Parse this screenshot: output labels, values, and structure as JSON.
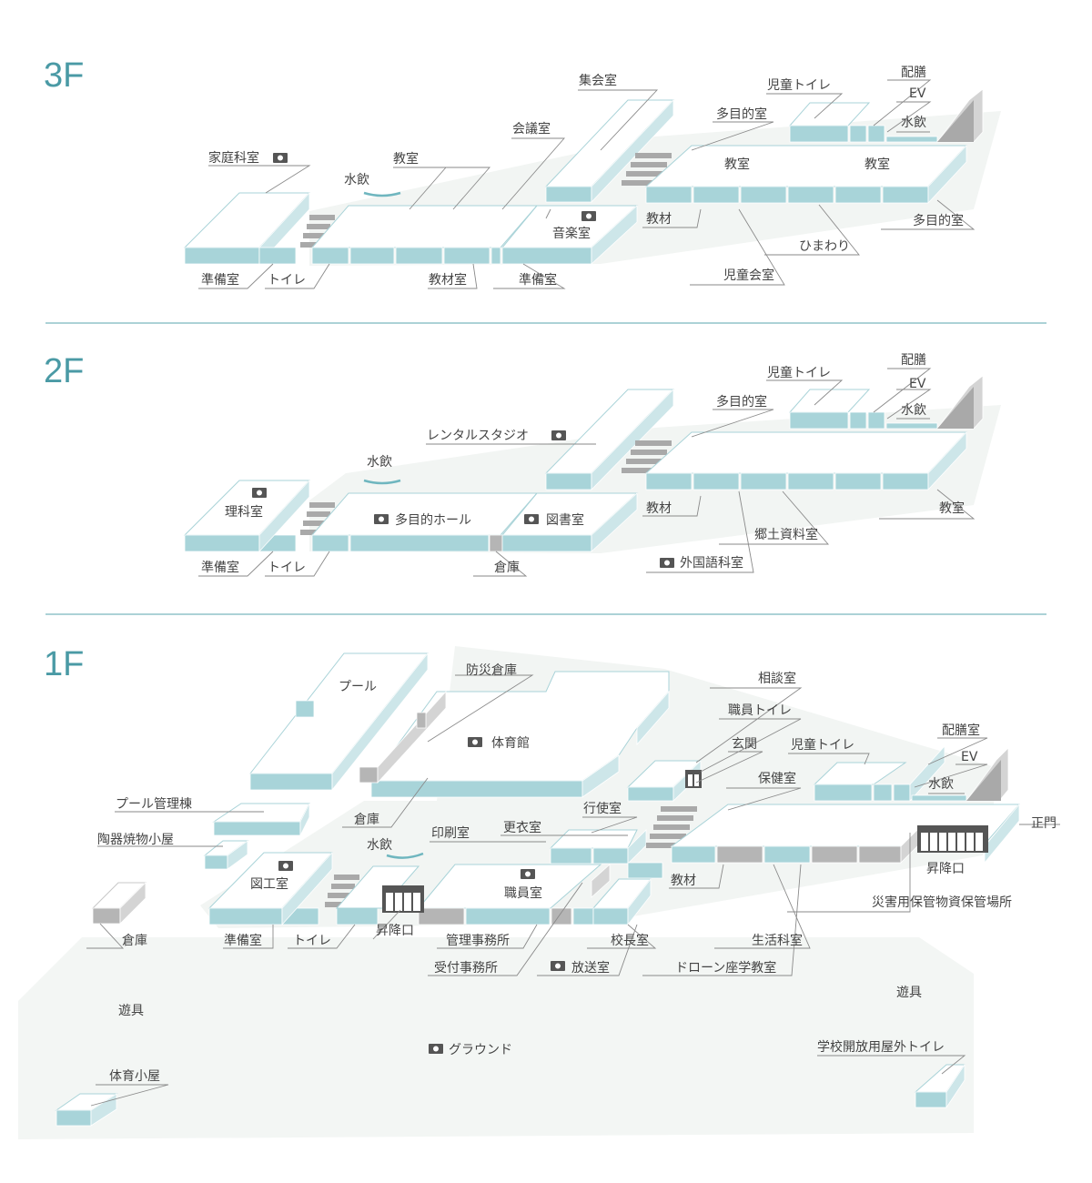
{
  "floors": [
    {
      "id": "3f",
      "heading": "3F"
    },
    {
      "id": "2f",
      "heading": "2F"
    },
    {
      "id": "1f",
      "heading": "1F"
    }
  ],
  "labels": {
    "f3": {
      "shuukaishitsu": "集会室",
      "jidou_toire": "児童トイレ",
      "haizen": "配膳",
      "ev": "EV",
      "suiin_right": "水飲",
      "tamokuteki_top": "多目的室",
      "kaigishitsu": "会議室",
      "katei": "家庭科室",
      "suiin_left": "水飲",
      "kyoushitsu_left": "教室",
      "kyoushitsu_mid": "教室",
      "kyoushitsu_right": "教室",
      "ongakushitsu": "音楽室",
      "kyouzai": "教材",
      "tamokuteki_bottom": "多目的室",
      "himawari": "ひまわり",
      "jidou_kaishitsu": "児童会室",
      "junbi_left": "準備室",
      "toire": "トイレ",
      "kyouzaishitsu": "教材室",
      "junbi_mid": "準備室"
    },
    "f2": {
      "jidou_toire": "児童トイレ",
      "haizen": "配膳",
      "ev": "EV",
      "suiin_right": "水飲",
      "tamokuteki": "多目的室",
      "rental": "レンタルスタジオ",
      "suiin_left": "水飲",
      "rika": "理科室",
      "hall": "多目的ホール",
      "tosho": "図書室",
      "kyouzai": "教材",
      "kyoushitsu": "教室",
      "kyoudo": "郷土資料室",
      "gaikokugo": "外国語科室",
      "junbi": "準備室",
      "toire": "トイレ",
      "souko": "倉庫"
    },
    "f1": {
      "pool": "プール",
      "bousai": "防災倉庫",
      "soudan": "相談室",
      "shokuin_toire": "職員トイレ",
      "genkan": "玄関",
      "taiikukan": "体育館",
      "haizenshitsu": "配膳室",
      "jidou_toire": "児童トイレ",
      "ev": "EV",
      "hoken": "保健室",
      "suiin_right": "水飲",
      "pool_kanri": "プール管理棟",
      "souko_mid": "倉庫",
      "kouishitsu": "行使室",
      "seimon": "正門",
      "touki": "陶器焼物小屋",
      "insatsu": "印刷室",
      "kouishitsu2": "更衣室",
      "suiin_left": "水飲",
      "zukou": "図工室",
      "shokuin": "職員室",
      "kyouzai": "教材",
      "shoukou_right": "昇降口",
      "saigai": "災害用保管物資保管場所",
      "souko_left": "倉庫",
      "junbi": "準備室",
      "toire": "トイレ",
      "shoukou_left": "昇降口",
      "kanri": "管理事務所",
      "kouchou": "校長室",
      "seikatsu": "生活科室",
      "uketsuke": "受付事務所",
      "housou": "放送室",
      "drone": "ドローン座学教室",
      "yugu_left": "遊具",
      "yugu_right": "遊具",
      "ground": "グラウンド",
      "outdoor_toilet": "学校開放用屋外トイレ",
      "taiiku_koya": "体育小屋"
    }
  },
  "colors": {
    "heading": "#4a9aa5",
    "room_wall": "#a8d4d9",
    "gray_wall": "#b5b5b5",
    "divider": "#5aa4ad",
    "ground": "#f3f6f4"
  },
  "icons": [
    "camera-icon",
    "elevator-icon",
    "stairs-icon",
    "arrow-icon"
  ]
}
